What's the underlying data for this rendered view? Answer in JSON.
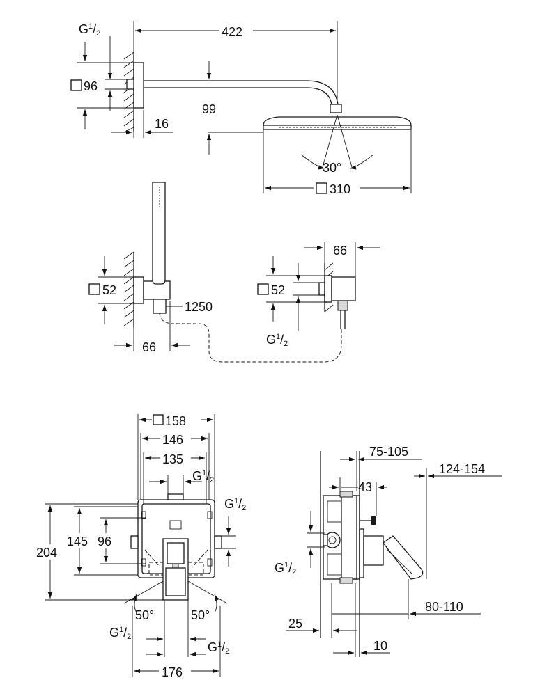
{
  "labels": {
    "d422": "422",
    "thread_top": "G",
    "thread_frac_num": "1",
    "thread_frac_den": "2",
    "sq96": "96",
    "d99": "99",
    "d16": "16",
    "angle30": "30°",
    "sq310": "310",
    "d66_right": "66",
    "sq52_left": "52",
    "d1250": "1250",
    "sq52_right": "52",
    "d66_left": "66",
    "sq158": "158",
    "d146": "146",
    "d135": "135",
    "d204": "204",
    "d145": "145",
    "d96": "96",
    "angle50_left": "50°",
    "angle50_right": "50°",
    "d176": "176",
    "d75_105": "75-105",
    "d124_154": "124-154",
    "d43": "43",
    "d80_110": "80-110",
    "d25": "25",
    "d10": "10"
  }
}
